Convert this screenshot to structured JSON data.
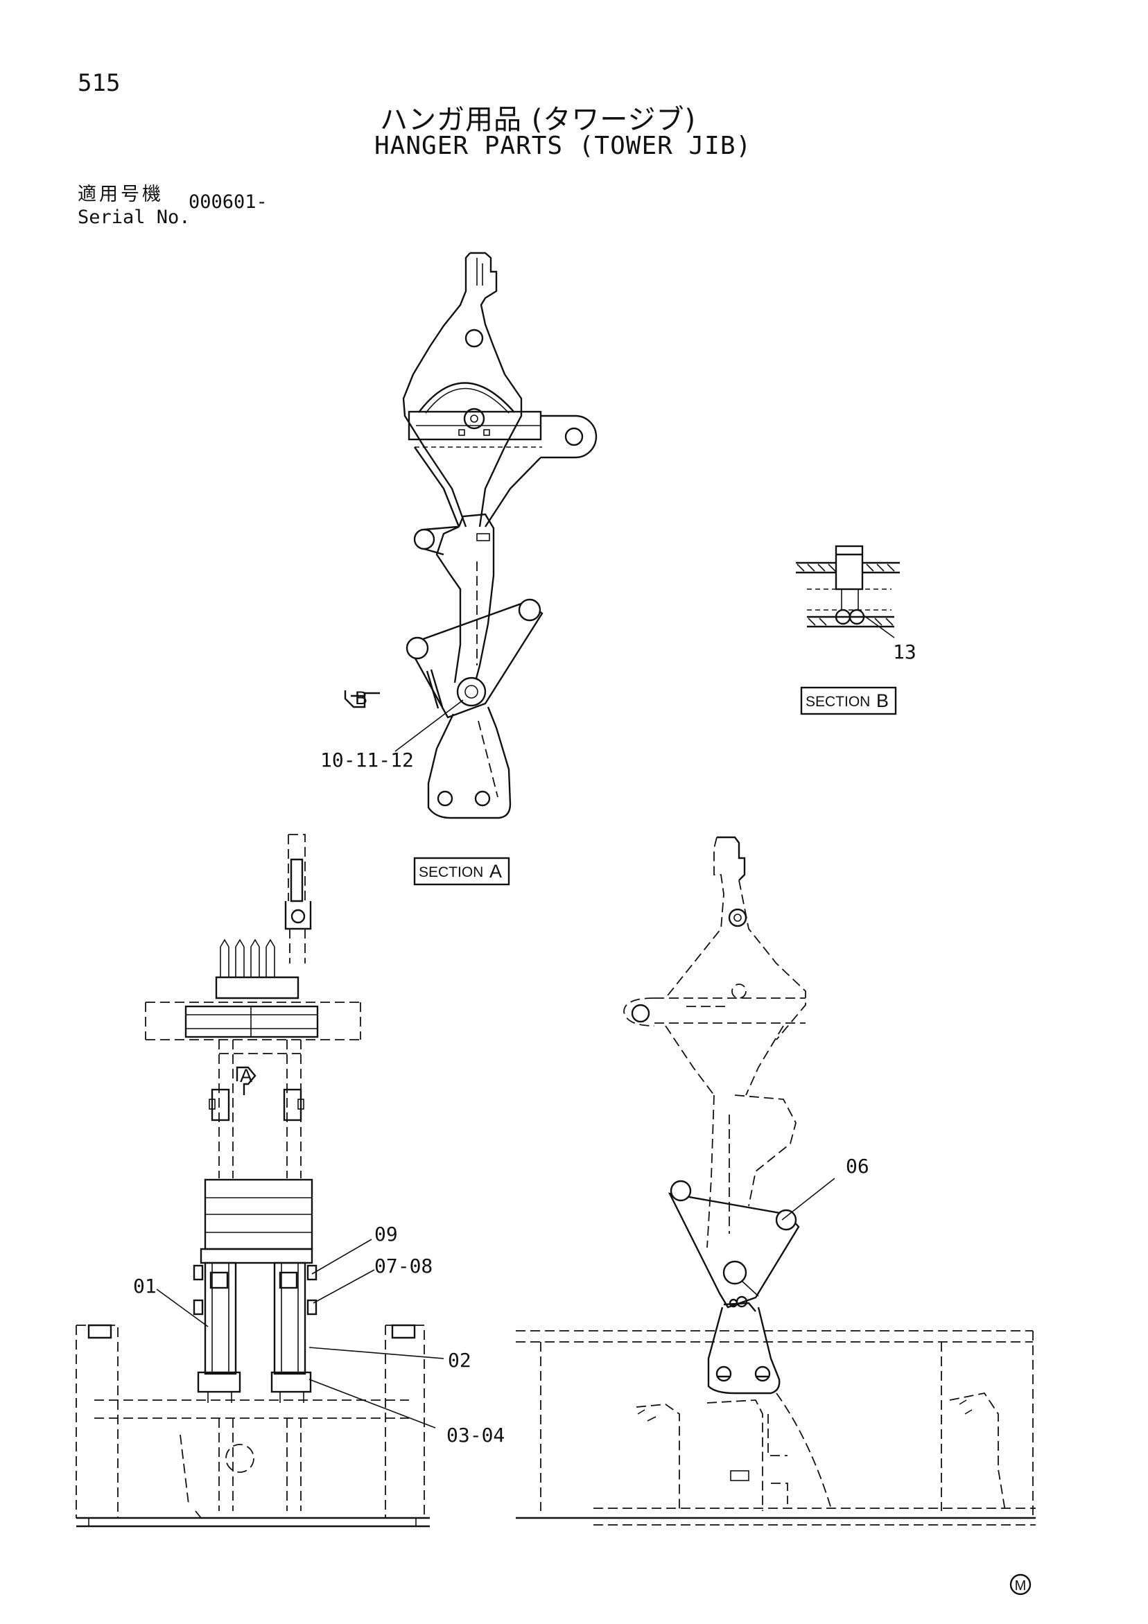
{
  "header": {
    "page_number": "515",
    "title_jp": "ハンガ用品 (タワージブ)",
    "title_en": "HANGER PARTS (TOWER JIB)",
    "serial_label_jp": "適用号機",
    "serial_label_en": "Serial No.",
    "serial_value": "000601-"
  },
  "sections": {
    "section_a_word": "SECTION",
    "section_a_letter": "A",
    "section_b_word": "SECTION",
    "section_b_letter": "B",
    "view_arrow_a": "A",
    "view_arrow_b": "B"
  },
  "callouts": {
    "c01": "01",
    "c02": "02",
    "c0304": "03-04",
    "c06": "06",
    "c0708": "07-08",
    "c09": "09",
    "c101112": "10-11-12",
    "c13": "13"
  },
  "footer": {
    "mark": "M"
  }
}
